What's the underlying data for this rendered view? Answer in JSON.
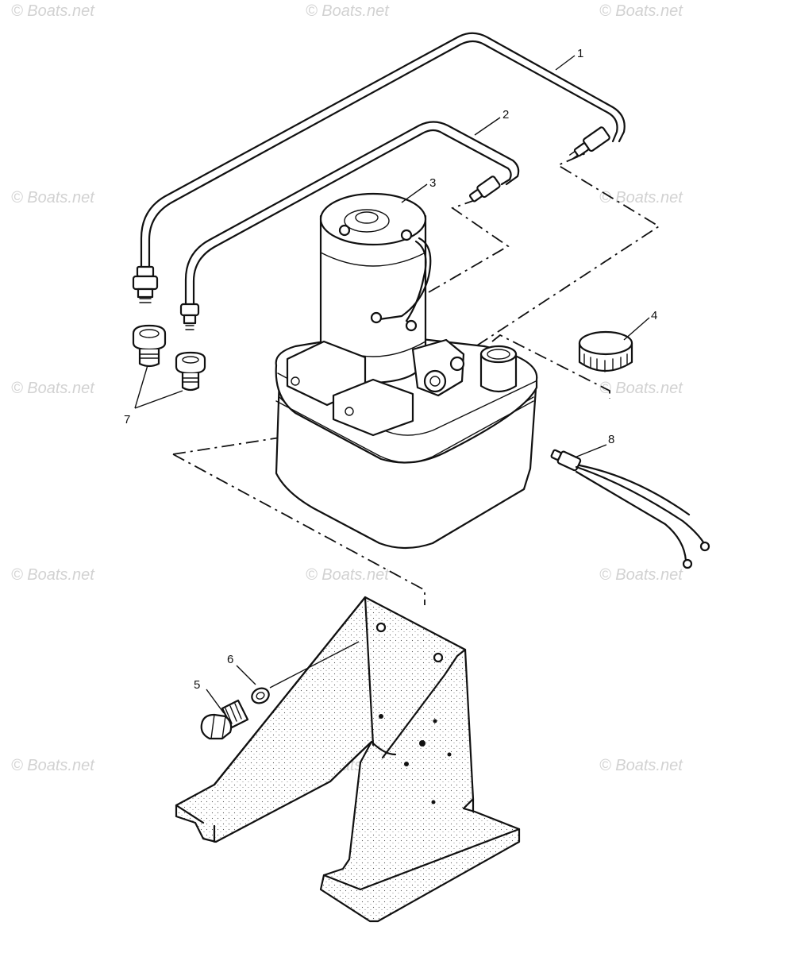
{
  "watermark": "© Boats.net",
  "callouts": [
    "1",
    "2",
    "3",
    "4",
    "5",
    "6",
    "7",
    "8"
  ]
}
